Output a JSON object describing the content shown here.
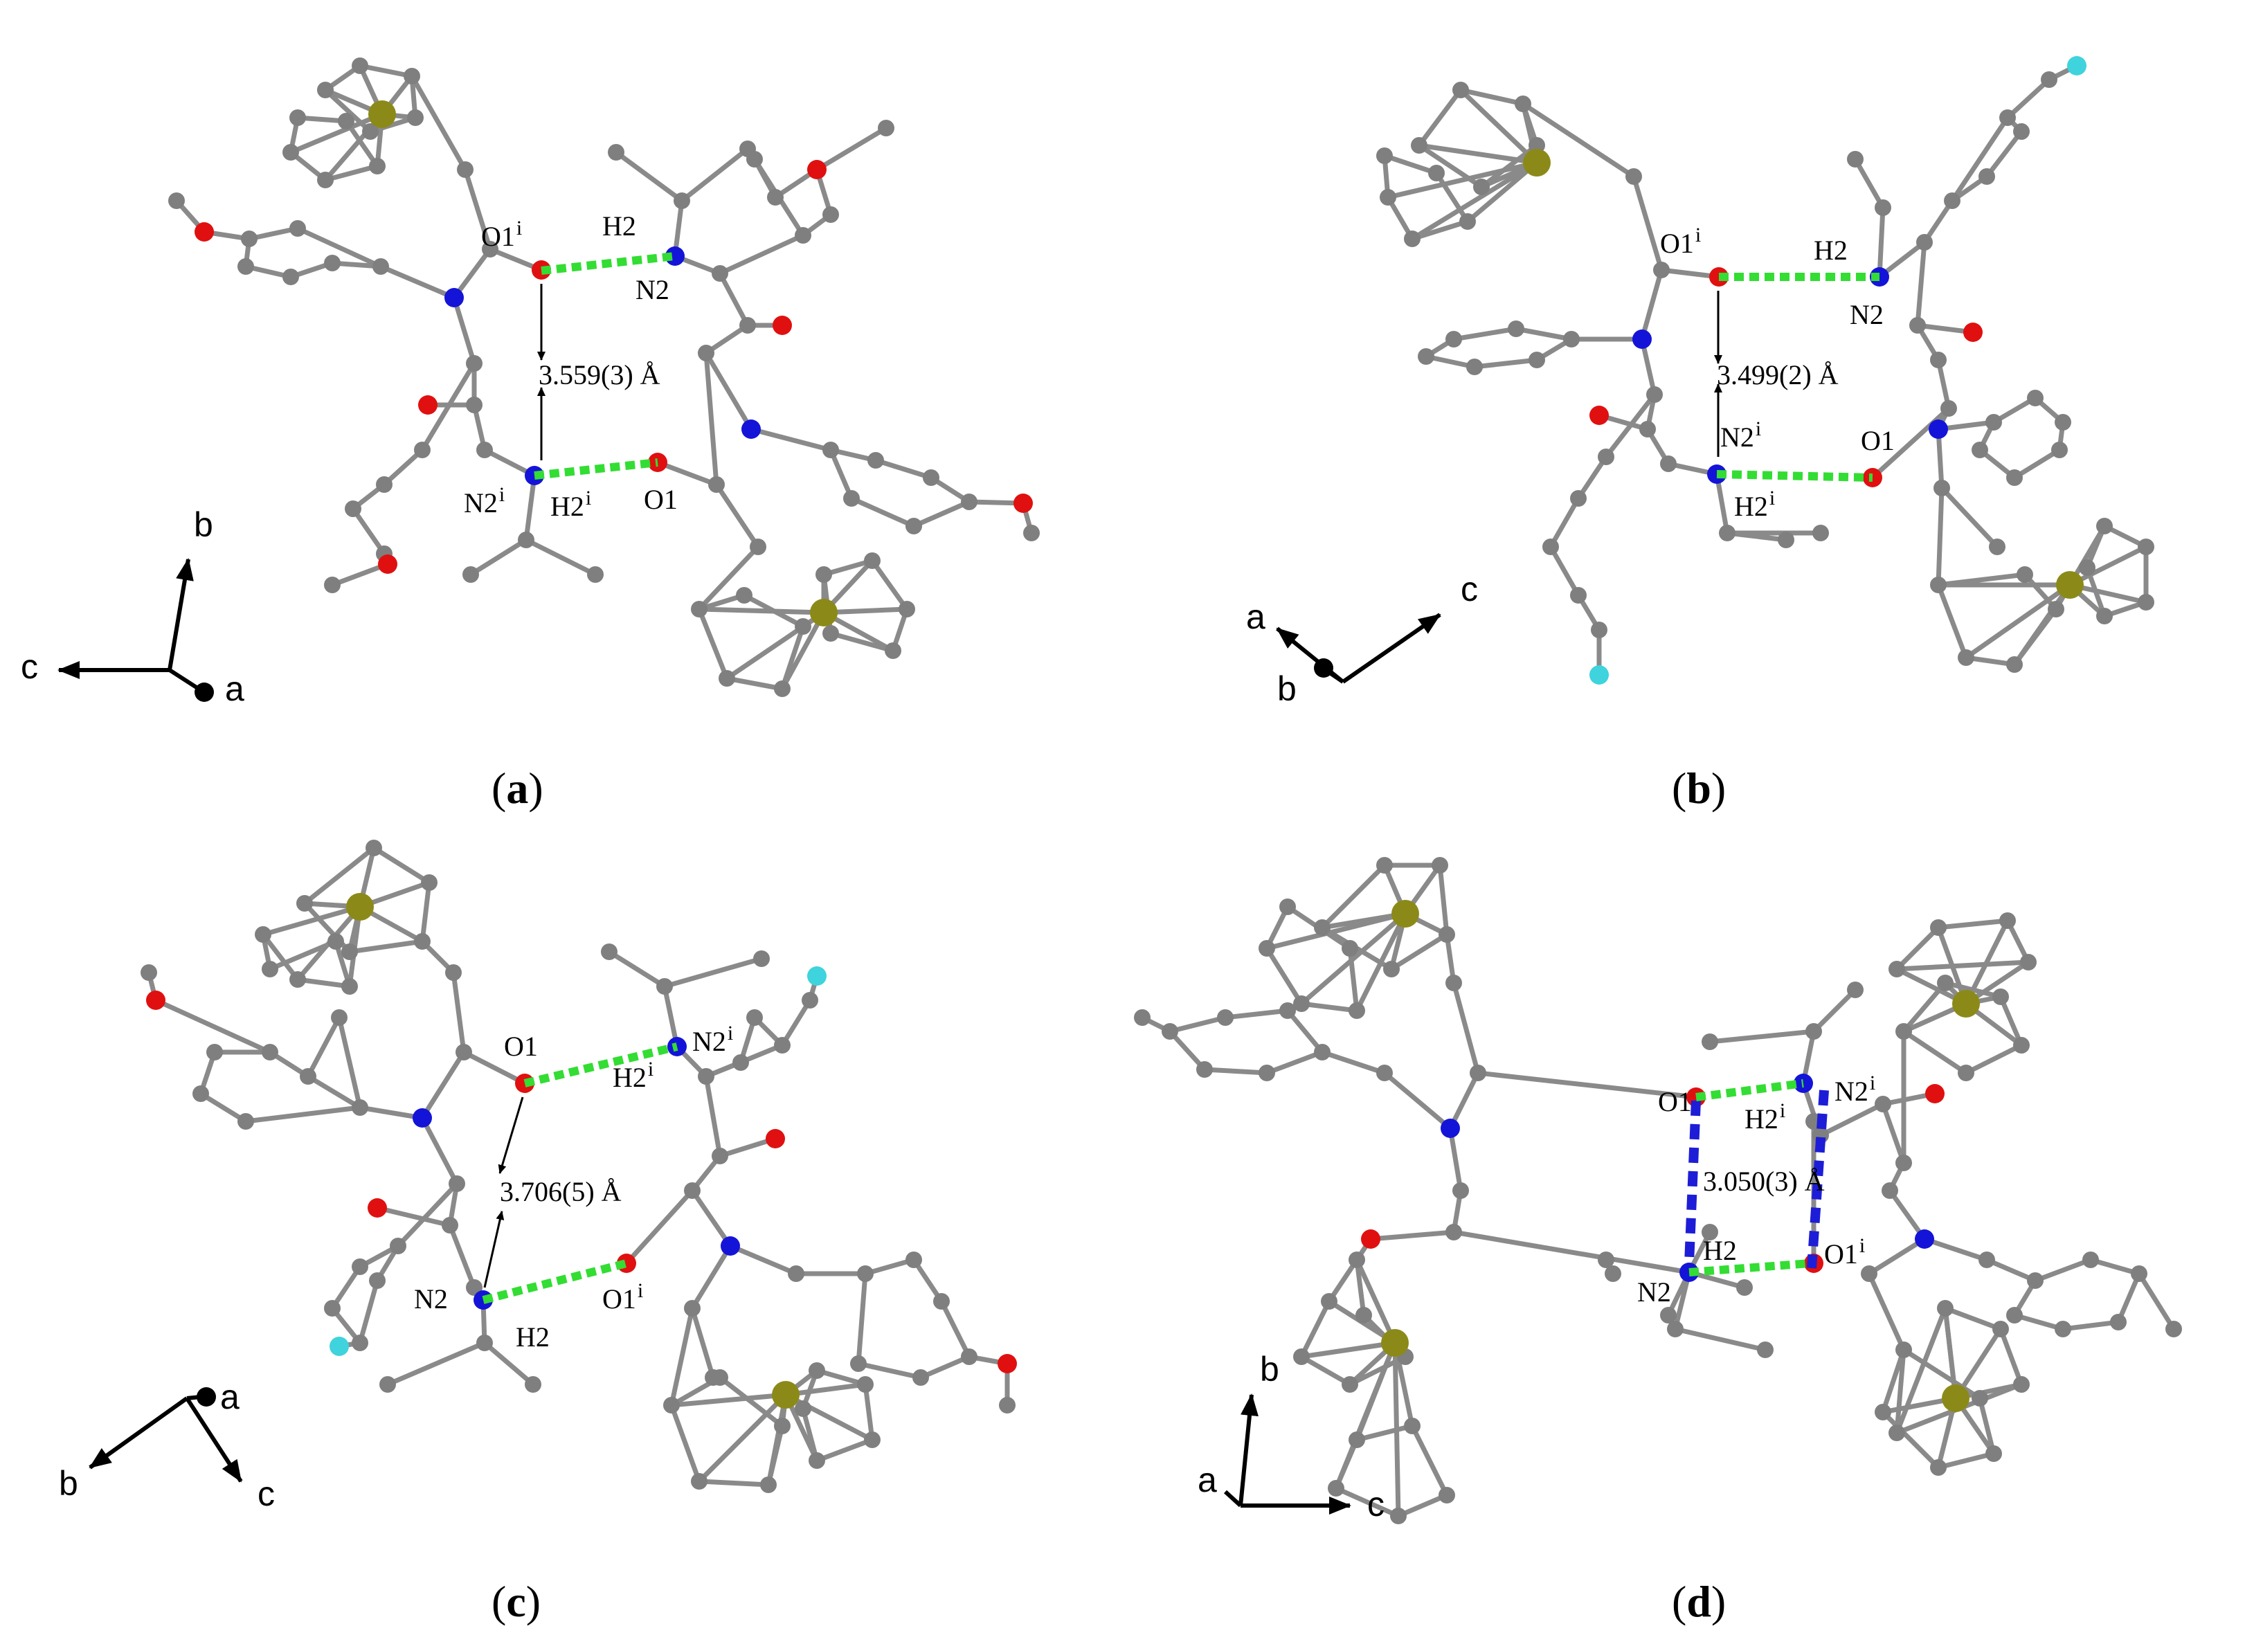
{
  "colors": {
    "carbon": "#7f7f7f",
    "bond": "#8a8a8a",
    "iron": "#8b8a18",
    "nitrogen": "#1414d8",
    "oxygen": "#e01010",
    "halogen": "#3fd3dd",
    "hbond": "#33dd33",
    "contact": "#1d1dd8"
  },
  "panels": [
    {
      "id": "a",
      "caption_open": "(",
      "caption_letter": "a",
      "caption_close": ")",
      "distance": "3.559(3) Å",
      "labels": {
        "o_top": "O1",
        "o_top_sup": "i",
        "h_top": "H2",
        "h_top_sup": "",
        "n_top": "N2",
        "n_top_sup": "",
        "n_bot": "N2",
        "n_bot_sup": "i",
        "h_bot": "H2",
        "h_bot_sup": "i",
        "o_bot": "O1",
        "o_bot_sup": ""
      },
      "axes": [
        "b",
        "c",
        "a"
      ]
    },
    {
      "id": "b",
      "caption_open": "(",
      "caption_letter": "b",
      "caption_close": ")",
      "distance": "3.499(2) Å",
      "labels": {
        "o_top": "O1",
        "o_top_sup": "i",
        "h_top": "H2",
        "h_top_sup": "",
        "n_top": "N2",
        "n_top_sup": "",
        "n_bot": "N2",
        "n_bot_sup": "i",
        "h_bot": "H2",
        "h_bot_sup": "i",
        "o_bot": "O1",
        "o_bot_sup": ""
      },
      "axes": [
        "a",
        "c",
        "b"
      ]
    },
    {
      "id": "c",
      "caption_open": "(",
      "caption_letter": "c",
      "caption_close": ")",
      "distance": "3.706(5) Å",
      "labels": {
        "o_top": "O1",
        "o_top_sup": "",
        "h_top": "H2",
        "h_top_sup": "i",
        "n_top": "N2",
        "n_top_sup": "i",
        "n_bot": "N2",
        "n_bot_sup": "",
        "h_bot": "H2",
        "h_bot_sup": "",
        "o_bot": "O1",
        "o_bot_sup": "i"
      },
      "axes": [
        "a",
        "b",
        "c"
      ]
    },
    {
      "id": "d",
      "caption_open": "(",
      "caption_letter": "d",
      "caption_close": ")",
      "distance": "3.050(3) Å",
      "labels": {
        "o_top": "O1",
        "o_top_sup": "",
        "h_top": "H2",
        "h_top_sup": "i",
        "n_top": "N2",
        "n_top_sup": "i",
        "n_bot": "N2",
        "n_bot_sup": "",
        "h_bot": "H2",
        "h_bot_sup": "",
        "o_bot": "O1",
        "o_bot_sup": "i"
      },
      "axes": [
        "b",
        "a",
        "c"
      ]
    }
  ]
}
